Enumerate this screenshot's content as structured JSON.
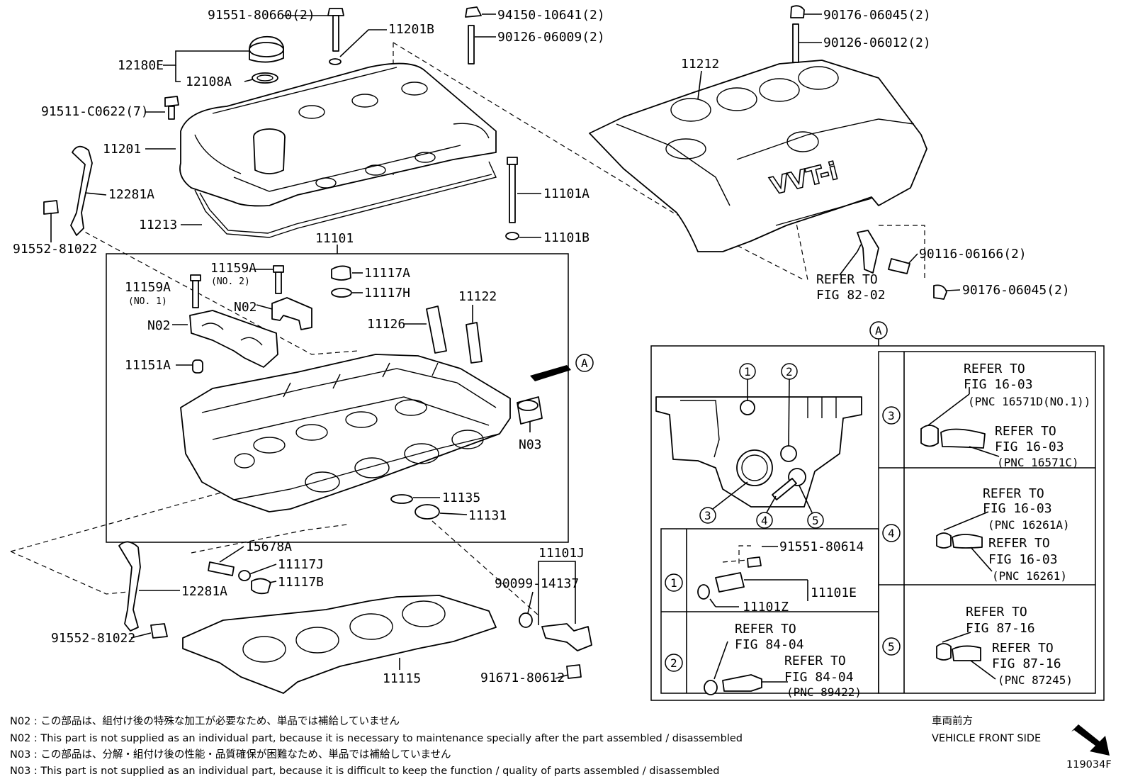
{
  "labels": {
    "p91551_80660": "91551-80660(2)",
    "p11201B": "11201B",
    "p94150_10641": "94150-10641(2)",
    "p90126_06009": "90126-06009(2)",
    "p90176_06045a": "90176-06045(2)",
    "p90126_06012": "90126-06012(2)",
    "p12180E": "12180E",
    "p12108A": "12108A",
    "p91511_C0622": "91511-C0622(7)",
    "p11201": "11201",
    "p12281A_top": "12281A",
    "p11213": "11213",
    "p91552_81022_top": "91552-81022",
    "p11212": "11212",
    "p11101A": "11101A",
    "p11101B": "11101B",
    "p11101": "11101",
    "p90116_06166": "90116-06166(2)",
    "p90176_06045b": "90176-06045(2)",
    "refer_82_line1": "REFER TO",
    "refer_82_line2": "FIG 82-02",
    "p11159A_no2": "11159A",
    "p11159A_no2_sub": "(NO. 2)",
    "p11159A_no1": "11159A",
    "p11159A_no1_sub": "(NO. 1)",
    "p11117A": "11117A",
    "p11117H": "11117H",
    "pN02_a": "N02",
    "pN02_b": "N02",
    "p11122": "11122",
    "p11126": "11126",
    "p11151A": "11151A",
    "callout_A": "A",
    "pN03": "N03",
    "p11135": "11135",
    "p11131": "11131",
    "p15678A": "15678A",
    "p11117J": "11117J",
    "p11117B": "11117B",
    "p12281A_bot": "12281A",
    "p91552_81022_bot": "91552-81022",
    "p11115": "11115",
    "p11101J": "11101J",
    "p90099_14137": "90099-14137",
    "p91671_80612": "91671-80612"
  },
  "detail": {
    "header": "A",
    "circles": [
      "1",
      "2",
      "3",
      "4",
      "5"
    ],
    "row1": {
      "num": "1",
      "p91551_80614": "91551-80614",
      "p11101Z": "11101Z",
      "p11101E": "11101E"
    },
    "row2": {
      "num": "2",
      "l1": "REFER TO",
      "l2": "FIG 84-04",
      "l3": "REFER TO",
      "l4": "FIG 84-04",
      "l5": "(PNC 89422)"
    },
    "row3": {
      "num": "3",
      "l1": "REFER TO",
      "l2": "FIG 16-03",
      "l3": "(PNC 16571D(NO.1))",
      "l4": "REFER TO",
      "l5": "FIG 16-03",
      "l6": "(PNC 16571C)"
    },
    "row4": {
      "num": "4",
      "l1": "REFER TO",
      "l2": "FIG 16-03",
      "l3": "(PNC 16261A)",
      "l4": "REFER TO",
      "l5": "FIG 16-03",
      "l6": "(PNC 16261)"
    },
    "row5": {
      "num": "5",
      "l1": "REFER TO",
      "l2": "FIG 87-16",
      "l3": "REFER TO",
      "l4": "FIG 87-16",
      "l5": "(PNC 87245)"
    }
  },
  "notes": [
    "N02 : この部品は、組付け後の特殊な加工が必要なため、単品では補給していません",
    "N02 : This part is not supplied as an individual part, because it is necessary to maintenance specially after the part assembled / disassembled",
    "N03 : この部品は、分解・組付け後の性能・品質確保が困難なため、単品では補給していません",
    "N03 : This part is not supplied as an individual part, because it is difficult to keep the function / quality of parts  assembled / disassembled"
  ],
  "front": {
    "jp": "車両前方",
    "en": "VEHICLE FRONT SIDE"
  },
  "cover_text": "VVT-i",
  "figure_id": "119034F"
}
